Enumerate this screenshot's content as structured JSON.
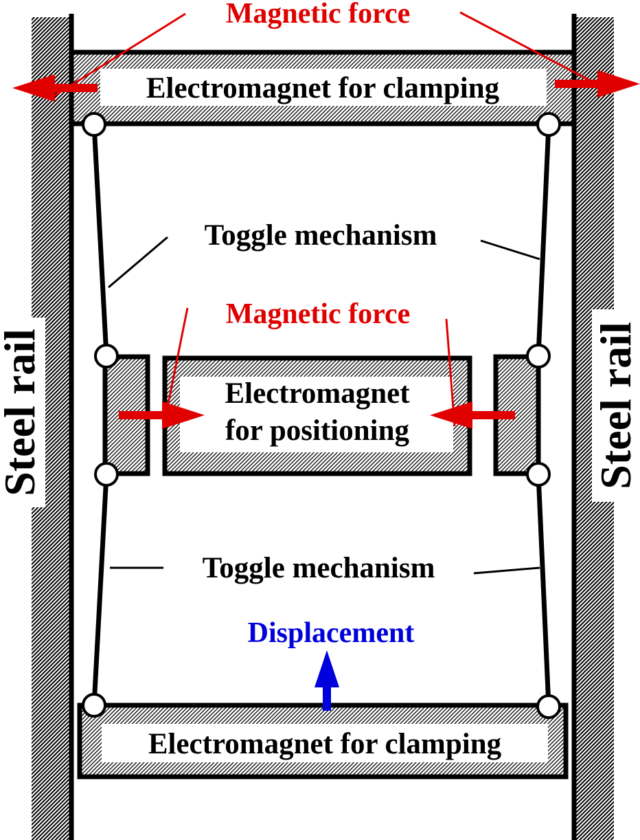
{
  "labels": {
    "magnetic_force_top": "Magnetic force",
    "clamp_top": "Electromagnet for clamping",
    "toggle_upper": "Toggle mechanism",
    "magnetic_force_mid": "Magnetic force",
    "positioning_line1": "Electromagnet",
    "positioning_line2": "for positioning",
    "toggle_lower": "Toggle mechanism",
    "displacement": "Displacement",
    "clamp_bottom": "Electromagnet for clamping",
    "steel_rail_left": "Steel rail",
    "steel_rail_right": "Steel rail"
  },
  "colors": {
    "force": "#e00000",
    "displacement": "#0000dd",
    "line": "#000000",
    "hatch": "#000000",
    "background": "#ffffff"
  }
}
